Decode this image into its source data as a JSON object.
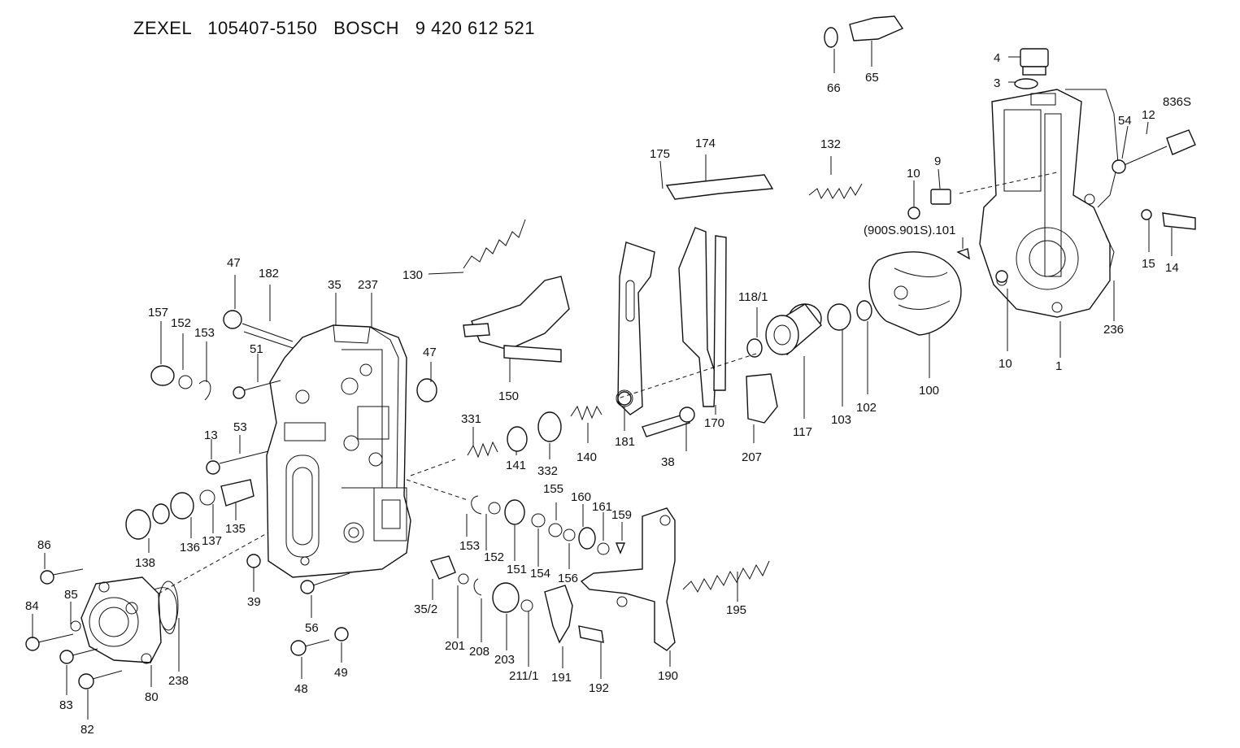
{
  "header": {
    "title": "ZEXEL   105407-5150   BOSCH   9 420 612 521"
  },
  "callouts": {
    "c1": "1",
    "c3": "3",
    "c4": "4",
    "c9": "9",
    "c10a": "10",
    "c10b": "10",
    "c12": "12",
    "c13": "13",
    "c14": "14",
    "c15": "15",
    "c35": "35",
    "c35_2": "35/2",
    "c38": "38",
    "c39": "39",
    "c47a": "47",
    "c47b": "47",
    "c48": "48",
    "c49": "49",
    "c51": "51",
    "c53": "53",
    "c54": "54",
    "c56": "56",
    "c65": "65",
    "c66": "66",
    "c80": "80",
    "c82": "82",
    "c83": "83",
    "c84": "84",
    "c85": "85",
    "c86": "86",
    "c100": "100",
    "c101": "(900S.901S).101",
    "c102": "102",
    "c103": "103",
    "c117": "117",
    "c118_1": "118/1",
    "c130": "130",
    "c132": "132",
    "c135": "135",
    "c136": "136",
    "c137": "137",
    "c138": "138",
    "c140": "140",
    "c141": "141",
    "c150": "150",
    "c151": "151",
    "c152a": "152",
    "c152b": "152",
    "c153a": "153",
    "c153b": "153",
    "c154": "154",
    "c155": "155",
    "c156": "156",
    "c157": "157",
    "c159": "159",
    "c160": "160",
    "c161": "161",
    "c170": "170",
    "c174": "174",
    "c175": "175",
    "c181": "181",
    "c182": "182",
    "c190": "190",
    "c191": "191",
    "c192": "192",
    "c195": "195",
    "c201": "201",
    "c203": "203",
    "c207": "207",
    "c208": "208",
    "c211_1": "211/1",
    "c236": "236",
    "c237": "237",
    "c238": "238",
    "c331": "331",
    "c332": "332",
    "c836s": "836S"
  }
}
